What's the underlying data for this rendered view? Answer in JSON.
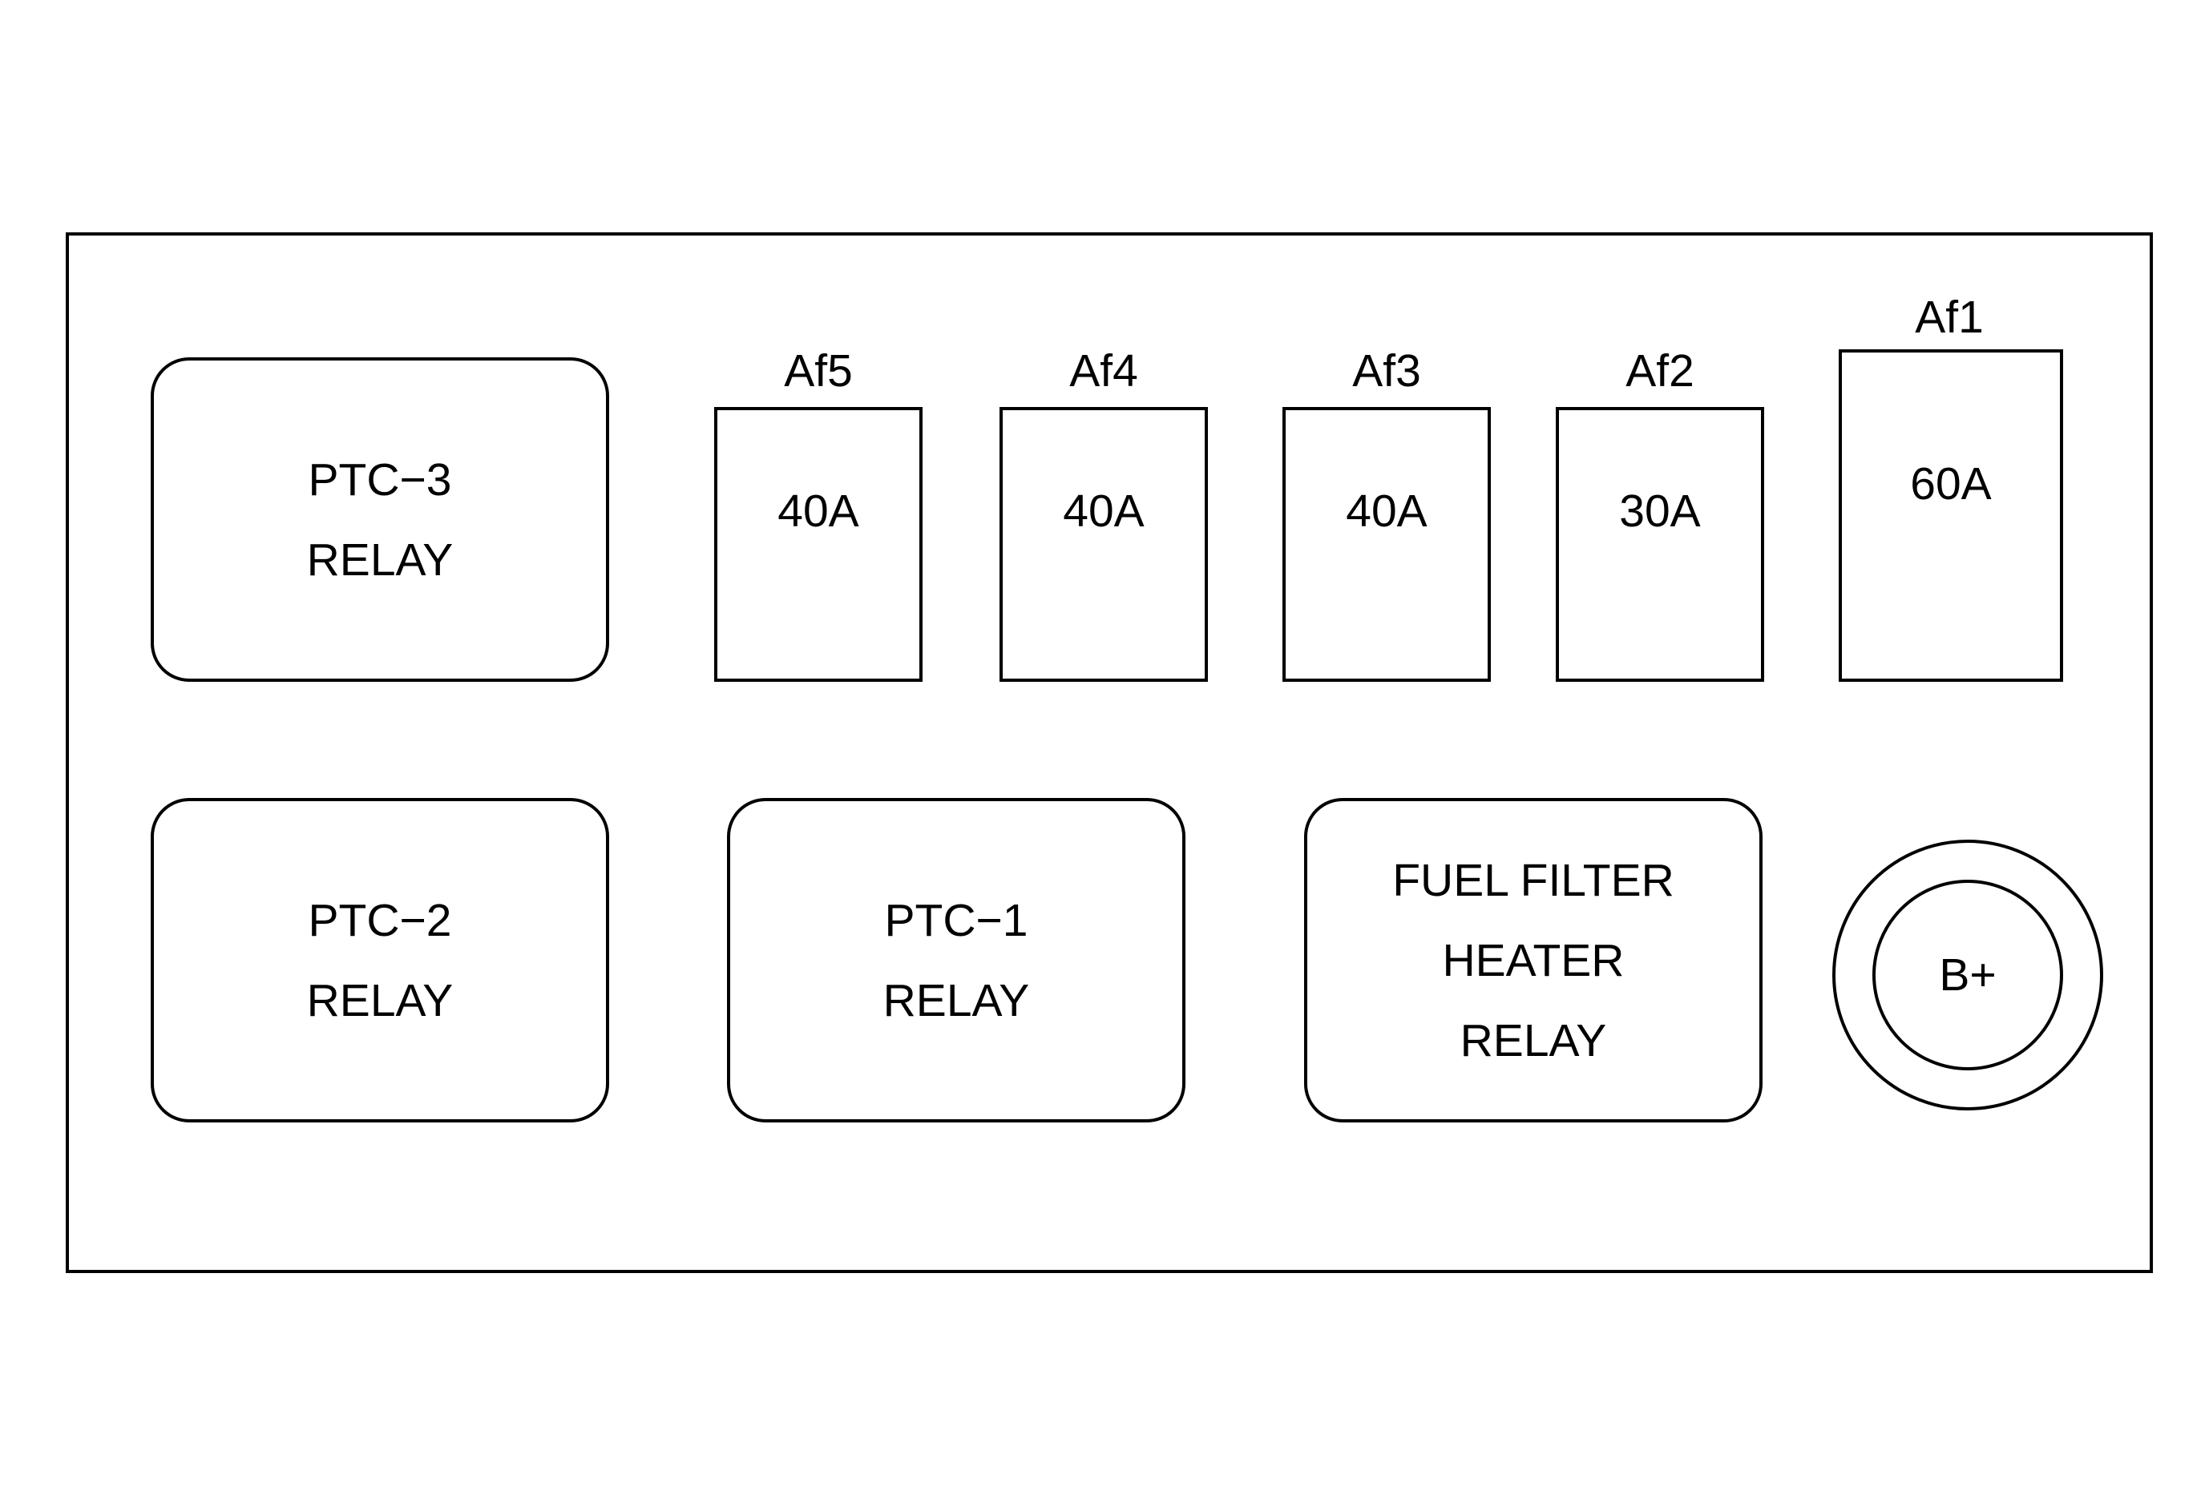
{
  "relays": {
    "ptc3": {
      "line1": "PTC−3",
      "line2": "RELAY"
    },
    "ptc2": {
      "line1": "PTC−2",
      "line2": "RELAY"
    },
    "ptc1": {
      "line1": "PTC−1",
      "line2": "RELAY"
    },
    "fuel_filter_heater": {
      "line1": "FUEL FILTER",
      "line2": "HEATER",
      "line3": "RELAY"
    }
  },
  "fuses": {
    "af5": {
      "label": "Af5",
      "rating": "40A"
    },
    "af4": {
      "label": "Af4",
      "rating": "40A"
    },
    "af3": {
      "label": "Af3",
      "rating": "40A"
    },
    "af2": {
      "label": "Af2",
      "rating": "30A"
    },
    "af1": {
      "label": "Af1",
      "rating": "60A"
    }
  },
  "terminal": {
    "label": "B+"
  }
}
